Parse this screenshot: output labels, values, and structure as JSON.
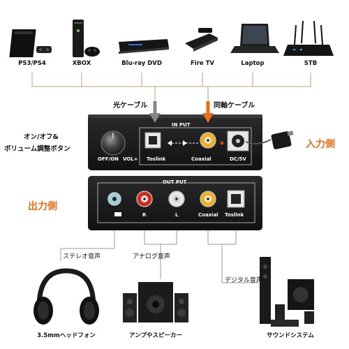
{
  "sources": [
    {
      "label": "PS3/PS4",
      "icon": "console-icon"
    },
    {
      "label": "XBOX",
      "icon": "xbox-icon"
    },
    {
      "label": "Blu-ray DVD",
      "icon": "bluray-player-icon"
    },
    {
      "label": "Fire TV",
      "icon": "fire-tv-stick-icon"
    },
    {
      "label": "Laptop",
      "icon": "laptop-icon"
    },
    {
      "label": "STB",
      "icon": "router-box-icon"
    }
  ],
  "input_panel": {
    "header": "IN PUT",
    "knob_label_left": "OFF/ON",
    "knob_label_right": "VOL+",
    "toslink": "Toslink",
    "coaxial": "Coaxial",
    "dc": "DC/5V"
  },
  "output_panel": {
    "header": "OUT PUT",
    "r": "R",
    "l": "L",
    "coaxial": "Coaxial",
    "toslink": "Toslink"
  },
  "callouts": {
    "optical_cable": "光ケーブル",
    "coaxial_cable": "同軸ケーブル",
    "knob_desc_line1": "オン/オフ&",
    "knob_desc_line2": "ボリューム調整ボタン",
    "input_side": "入力側",
    "output_side": "出力側",
    "stereo_audio": "ステレオ音声",
    "analog_audio": "アナログ音声",
    "digital_audio": "デジタル音声"
  },
  "outputs": [
    {
      "label": "3.5mmヘッドフォン",
      "icon": "headphones-icon"
    },
    {
      "label": "アンプやスピーカー",
      "icon": "speakers-icon"
    },
    {
      "label": "サウンドシステム",
      "icon": "sound-system-icon"
    }
  ],
  "colors": {
    "accent_orange": "#e8701a",
    "line_tan": "#d9b48f",
    "device_body": "#1b1b1b",
    "rca_red": "#d42a1e",
    "rca_white": "#e8e8e8",
    "rca_yellow": "#f2b01e"
  }
}
